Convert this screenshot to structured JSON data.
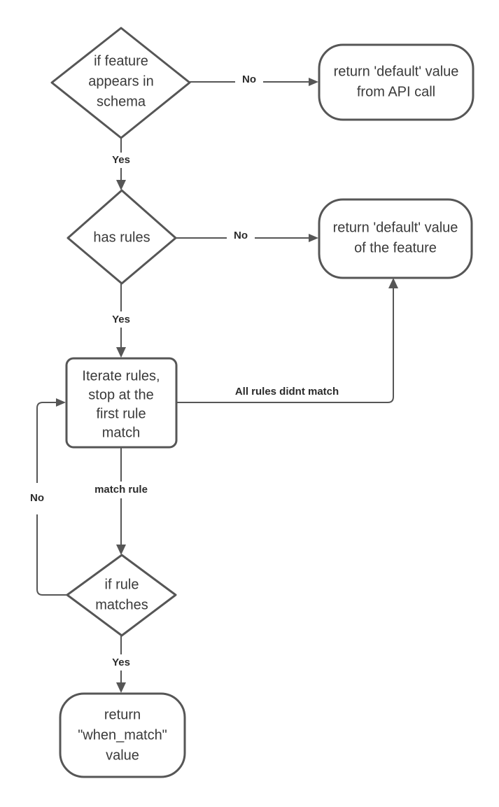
{
  "diagram": {
    "type": "flowchart",
    "background_color": "#ffffff",
    "stroke_color": "#565656",
    "node_text_color": "#3a3a3a",
    "label_text_color": "#2b2b2b",
    "nodes": [
      {
        "id": "decision-feature-in-schema",
        "shape": "diamond",
        "lines": [
          "if feature",
          "appears in",
          "schema"
        ]
      },
      {
        "id": "terminal-default-from-api",
        "shape": "rounded-rectangle",
        "lines": [
          "return 'default' value",
          "from API call"
        ]
      },
      {
        "id": "decision-has-rules",
        "shape": "diamond",
        "lines": [
          "has rules"
        ]
      },
      {
        "id": "terminal-default-of-feature",
        "shape": "rounded-rectangle",
        "lines": [
          "return 'default' value",
          "of the feature"
        ]
      },
      {
        "id": "process-iterate-rules",
        "shape": "rectangle",
        "lines": [
          "Iterate rules,",
          "stop at the",
          "first rule",
          "match"
        ]
      },
      {
        "id": "decision-if-rule-matches",
        "shape": "diamond",
        "lines": [
          "if rule",
          "matches"
        ]
      },
      {
        "id": "terminal-when-match-value",
        "shape": "rounded-rectangle",
        "lines": [
          "return",
          "\"when_match\"",
          "value"
        ]
      }
    ],
    "edges": [
      {
        "id": "edge-schema-no",
        "from": "decision-feature-in-schema",
        "to": "terminal-default-from-api",
        "label": "No"
      },
      {
        "id": "edge-schema-yes",
        "from": "decision-feature-in-schema",
        "to": "decision-has-rules",
        "label": "Yes"
      },
      {
        "id": "edge-has-rules-no",
        "from": "decision-has-rules",
        "to": "terminal-default-of-feature",
        "label": "No"
      },
      {
        "id": "edge-has-rules-yes",
        "from": "decision-has-rules",
        "to": "process-iterate-rules",
        "label": "Yes"
      },
      {
        "id": "edge-all-rules-didnt-match",
        "from": "process-iterate-rules",
        "to": "terminal-default-of-feature",
        "label": "All rules didnt match"
      },
      {
        "id": "edge-match-rule",
        "from": "process-iterate-rules",
        "to": "decision-if-rule-matches",
        "label": "match rule"
      },
      {
        "id": "edge-rule-no-loop",
        "from": "decision-if-rule-matches",
        "to": "process-iterate-rules",
        "label": "No"
      },
      {
        "id": "edge-rule-yes",
        "from": "decision-if-rule-matches",
        "to": "terminal-when-match-value",
        "label": "Yes"
      }
    ]
  }
}
